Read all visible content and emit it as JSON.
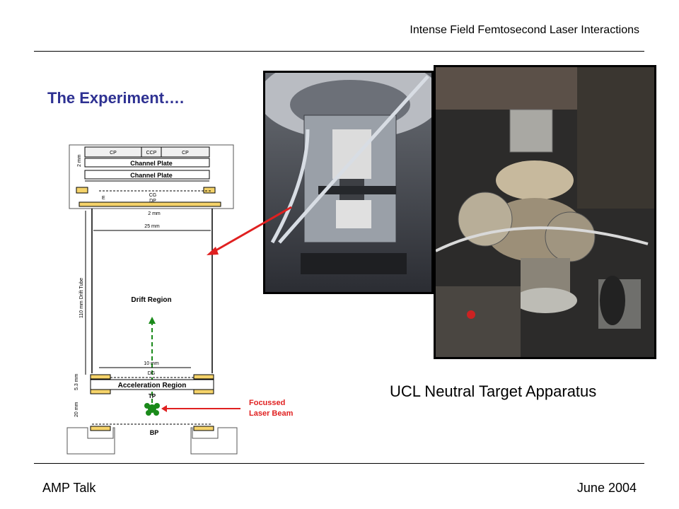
{
  "header": {
    "title": "Intense Field Femtosecond Laser Interactions"
  },
  "slide": {
    "title": "The Experiment…."
  },
  "diagram": {
    "labels": {
      "cp_left": "CP",
      "ccp": "CCP",
      "cp_right": "CP",
      "channel_plate_1": "Channel Plate",
      "channel_plate_2": "Channel Plate",
      "cg": "CG",
      "dp": "DP",
      "dim_2mm_left": "2 mm",
      "dim_e": "E",
      "dim_2mm_bottom": "2 mm",
      "dim_25mm": "25 mm",
      "drift_tube": "110 mm Drift Tube",
      "drift_region": "Drift Region",
      "dim_10mm": "10 mm",
      "dg": "DG",
      "acceleration_region": "Acceleration Region",
      "dim_53mm": "5.3 mm",
      "tp": "TP",
      "dim_20mm": "20 mm",
      "bp": "BP",
      "focussed": "Focussed",
      "laser_beam": "Laser Beam"
    }
  },
  "photos": {
    "left_alt": "close-up of detector assembly",
    "right_alt": "vacuum chamber apparatus"
  },
  "caption": "UCL Neutral Target Apparatus",
  "footer": {
    "left": "AMP Talk",
    "right": "June 2004"
  },
  "colors": {
    "title": "#2e3192",
    "arrow": "#e02020",
    "laser_label": "#e02020",
    "beam_path": "#1a8a1a"
  }
}
